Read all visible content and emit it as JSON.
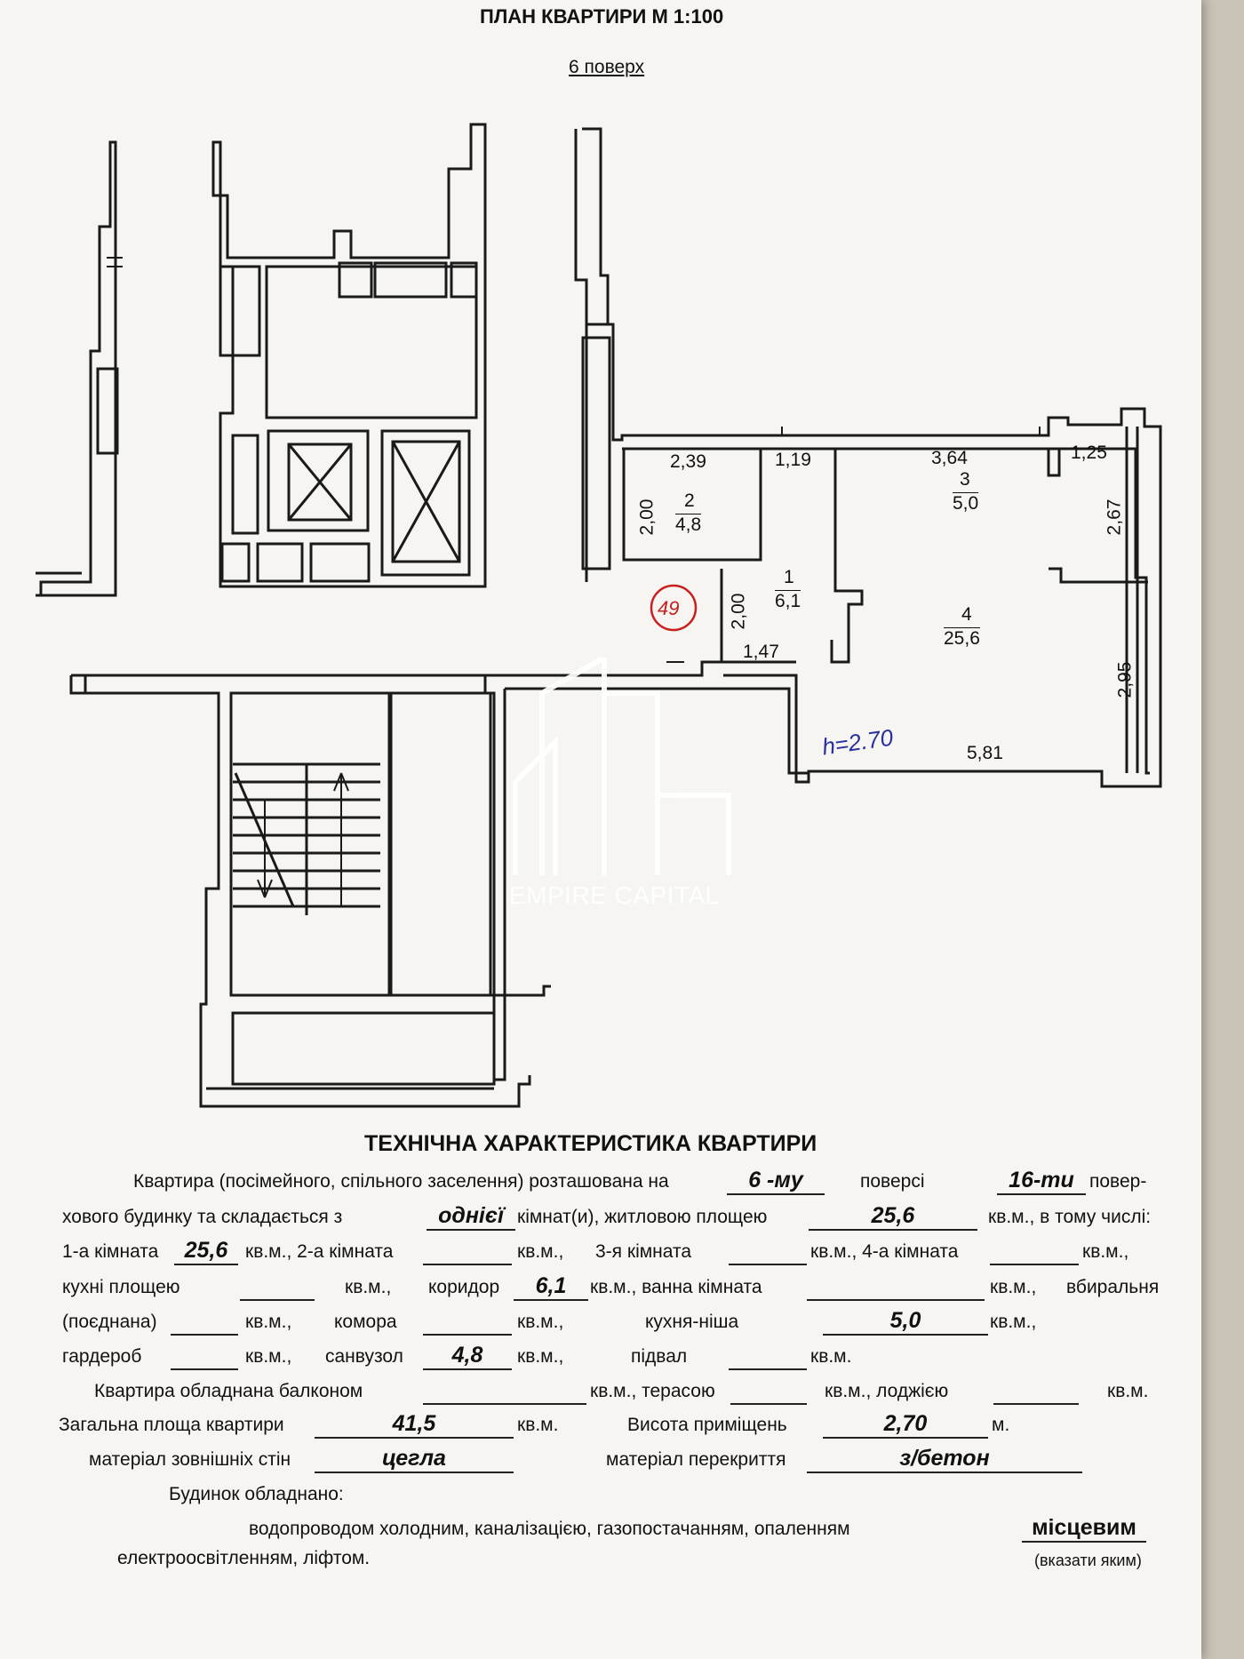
{
  "header": {
    "title": "ПЛАН КВАРТИРИ М 1:100",
    "floor": "6 поверх"
  },
  "plan": {
    "apartment_number": "49",
    "ceiling_note": "h=2.70",
    "dims": {
      "d239": "2,39",
      "d200a": "2,00",
      "d119": "1,19",
      "d364": "3,64",
      "d125": "1,25",
      "d267": "2,67",
      "d200b": "2,00",
      "d147": "1,47",
      "d295": "2,95",
      "d581": "5,81"
    },
    "rooms": [
      {
        "number": "1",
        "area": "6,1"
      },
      {
        "number": "2",
        "area": "4,8"
      },
      {
        "number": "3",
        "area": "5,0"
      },
      {
        "number": "4",
        "area": "25,6"
      }
    ]
  },
  "watermark": {
    "text": "EMPIRE CAPITAL"
  },
  "tech": {
    "title": "ТЕХНІЧНА ХАРАКТЕРИСТИКА КВАРТИРИ",
    "l1_a": "Квартира (посімейного, спільного заселення) розташована на",
    "l1_floor": "6 -му",
    "l1_b": "поверсі",
    "l1_total": "16-ти",
    "l1_c": "повер-",
    "l2_a": "хового будинку та складається з",
    "l2_rooms": "однієї",
    "l2_b": "кімнат(и), житловою площею",
    "l2_area": "25,6",
    "l2_c": "кв.м., в тому числі:",
    "l3_a": "1-а кімната",
    "l3_r1": "25,6",
    "l3_b": "кв.м., 2-а кімната",
    "l3_c": "кв.м.,",
    "l3_d": "3-я кімната",
    "l3_e": "кв.м., 4-а кімната",
    "l3_f": "кв.м.,",
    "l4_a": "кухні площею",
    "l4_b": "кв.м.,",
    "l4_c": "коридор",
    "l4_corr": "6,1",
    "l4_d": "кв.м., ванна кімната",
    "l4_e": "кв.м.,",
    "l4_f": "вбиральня",
    "l5_a": "(поєднана)",
    "l5_b": "кв.м.,",
    "l5_c": "комора",
    "l5_d": "кв.м.,",
    "l5_e": "кухня-ніша",
    "l5_kn": "5,0",
    "l5_f": "кв.м.,",
    "l6_a": "гардероб",
    "l6_b": "кв.м.,",
    "l6_c": "санвузол",
    "l6_sv": "4,8",
    "l6_d": "кв.м.,",
    "l6_e": "підвал",
    "l6_f": "кв.м.",
    "l7_a": "Квартира обладнана балконом",
    "l7_b": "кв.м., терасою",
    "l7_c": "кв.м., лоджією",
    "l7_d": "кв.м.",
    "l8_a": "Загальна площа квартири",
    "l8_total": "41,5",
    "l8_b": "кв.м.",
    "l8_c": "Висота приміщень",
    "l8_h": "2,70",
    "l8_d": "м.",
    "l9_a": "матеріал зовнішніх стін",
    "l9_walls": "цегла",
    "l9_b": "матеріал перекриття",
    "l9_ceiling": "з/бетон",
    "l10": "Будинок обладнано:",
    "l11": "водопроводом холодним, каналізацією, газопостачанням,  опаленням",
    "l11_heat": "місцевим",
    "l12": "електроосвітленням,  ліфтом.",
    "l12_note": "(вказати яким)"
  }
}
